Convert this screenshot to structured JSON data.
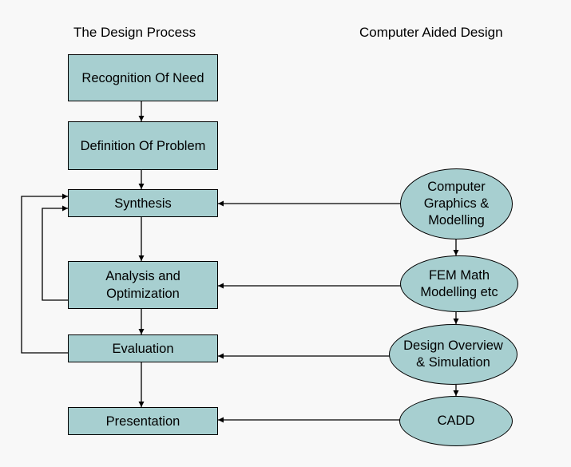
{
  "headings": {
    "left": "The Design Process",
    "right": "Computer Aided Design"
  },
  "process_steps": [
    {
      "label": "Recognition Of Need"
    },
    {
      "label": "Definition Of Problem"
    },
    {
      "label": "Synthesis"
    },
    {
      "label": "Analysis and\nOptimization"
    },
    {
      "label": "Evaluation"
    },
    {
      "label": "Presentation"
    }
  ],
  "cad_steps": [
    {
      "label": "Computer\nGraphics &\nModelling"
    },
    {
      "label": "FEM Math\nModelling etc"
    },
    {
      "label": "Design Overview\n& Simulation"
    },
    {
      "label": "CADD"
    }
  ],
  "colors": {
    "node_fill": "#a7cfd0",
    "stroke": "#000000",
    "background": "#f8f8f8"
  }
}
